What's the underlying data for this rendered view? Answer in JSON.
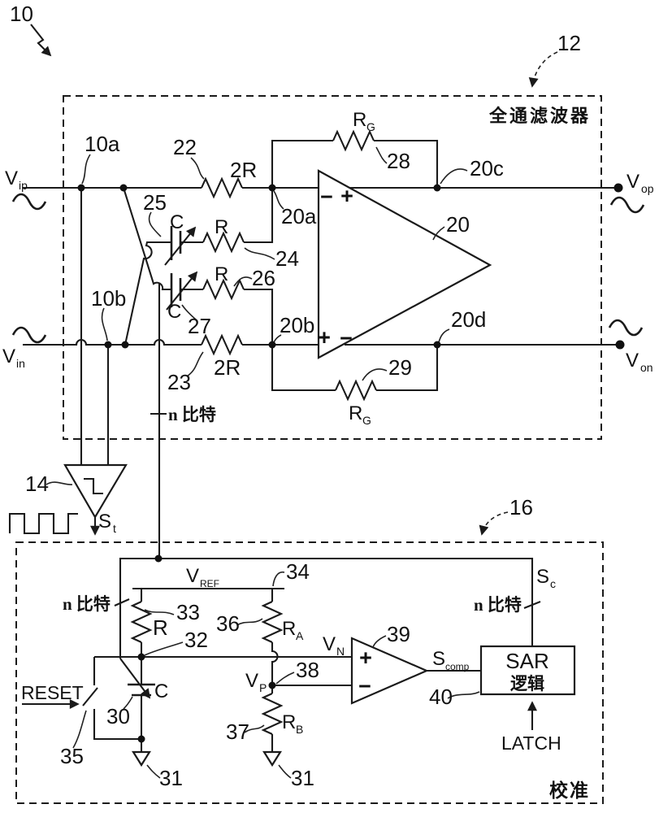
{
  "figure": {
    "ref": "10"
  },
  "filter": {
    "ref": "12",
    "title": "全通滤波器",
    "opamp_ref": "20",
    "node_10a": "10a",
    "node_10b": "10b",
    "node_20a": "20a",
    "node_20b": "20b",
    "node_20c": "20c",
    "node_20d": "20d",
    "r22": "22",
    "r23": "23",
    "r24": "24",
    "c25": "25",
    "r26": "26",
    "c27": "27",
    "rg28": "28",
    "rg29": "29"
  },
  "trigger": {
    "ref": "14"
  },
  "calibration": {
    "ref": "16",
    "title": "校准",
    "reset": "RESET",
    "latch": "LATCH",
    "sar_line1": "SAR",
    "sar_line2": "逻辑",
    "sar_ref": "40",
    "cap30": "30",
    "gnd31": "31",
    "node32": "32",
    "res33": "33",
    "rail34": "34",
    "switch35": "35",
    "ra36": "36",
    "rb37": "37",
    "node38": "38",
    "comp39": "39"
  },
  "labels": {
    "nbits": "n 比特",
    "twoR": "2R",
    "r": "R",
    "c": "C"
  },
  "signals": {
    "vip": {
      "b": "V",
      "s": "ip"
    },
    "vin": {
      "b": "V",
      "s": "in"
    },
    "vop": {
      "b": "V",
      "s": "op"
    },
    "von": {
      "b": "V",
      "s": "on"
    },
    "st": {
      "b": "S",
      "s": "t"
    },
    "sc": {
      "b": "S",
      "s": "c"
    },
    "scomp": {
      "b": "S",
      "s": "comp"
    },
    "vref": {
      "b": "V",
      "s": "REF"
    },
    "vn": {
      "b": "V",
      "s": "N"
    },
    "vp": {
      "b": "V",
      "s": "P"
    },
    "rg": {
      "b": "R",
      "s": "G"
    },
    "ra": {
      "b": "R",
      "s": "A"
    },
    "rb": {
      "b": "R",
      "s": "B"
    }
  },
  "symbols": {
    "plus": "+",
    "minus": "−"
  }
}
